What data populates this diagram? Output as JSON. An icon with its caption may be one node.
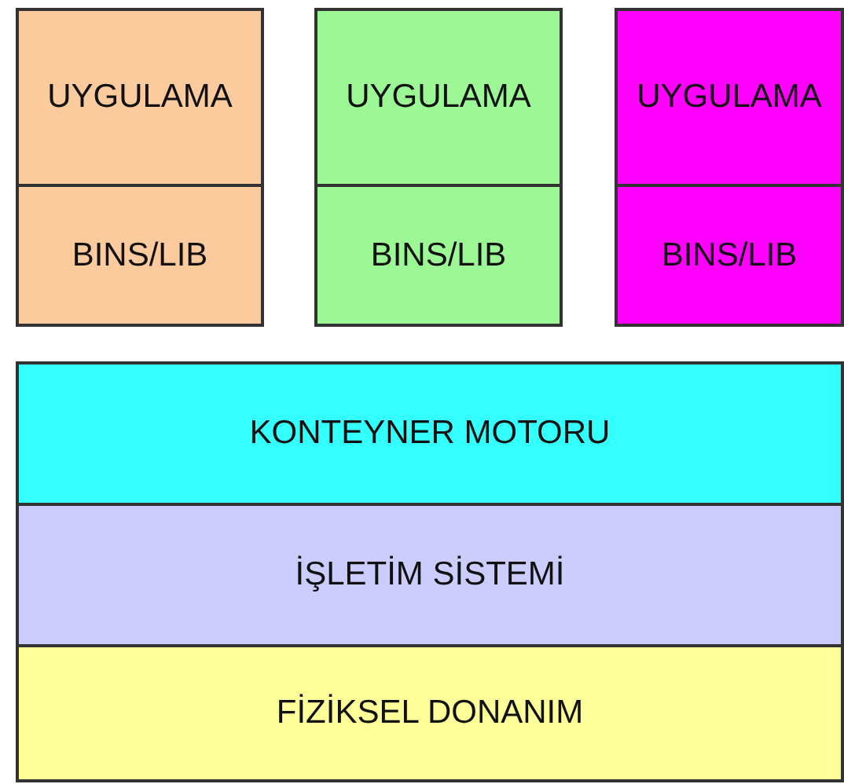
{
  "diagram": {
    "nodes": [
      {
        "text": [
          "UYGULAMA"
        ]
      },
      {
        "text": [
          "BINS/LIB"
        ]
      },
      {
        "text": [
          "UYGULAMA"
        ]
      },
      {
        "text": [
          "BINS/LIB"
        ]
      },
      {
        "text": [
          "UYGULAMA"
        ]
      },
      {
        "text": [
          "BINS/LIB"
        ]
      },
      {
        "text": [
          "KONTEYNER MOTORU"
        ]
      },
      {
        "text": [
          "İŞLETİM SİSTEMİ"
        ]
      },
      {
        "text": [
          "FİZİKSEL DONANIM"
        ]
      }
    ]
  }
}
